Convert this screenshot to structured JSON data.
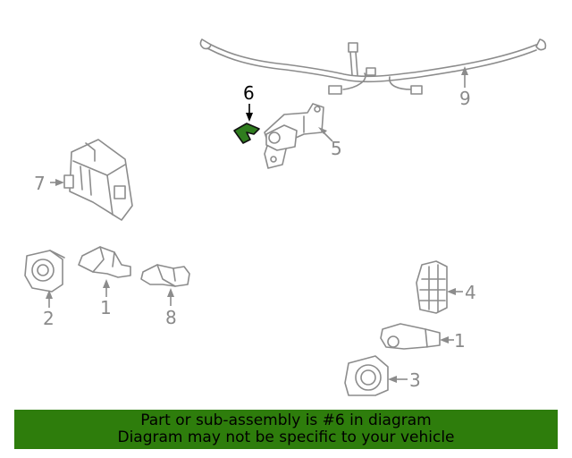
{
  "diagram": {
    "highlighted_part": "6",
    "callouts": {
      "c1a": "1",
      "c1b": "1",
      "c2": "2",
      "c3": "3",
      "c4": "4",
      "c5": "5",
      "c6": "6",
      "c7": "7",
      "c8": "8",
      "c9": "9"
    },
    "colors": {
      "highlight": "#2f7d1e",
      "banner": "#2e7d0c",
      "line": "#8c8c8c"
    }
  },
  "banner": {
    "line1": "Part or sub-assembly is #6 in diagram",
    "line2": "Diagram may not be specific to your vehicle"
  }
}
